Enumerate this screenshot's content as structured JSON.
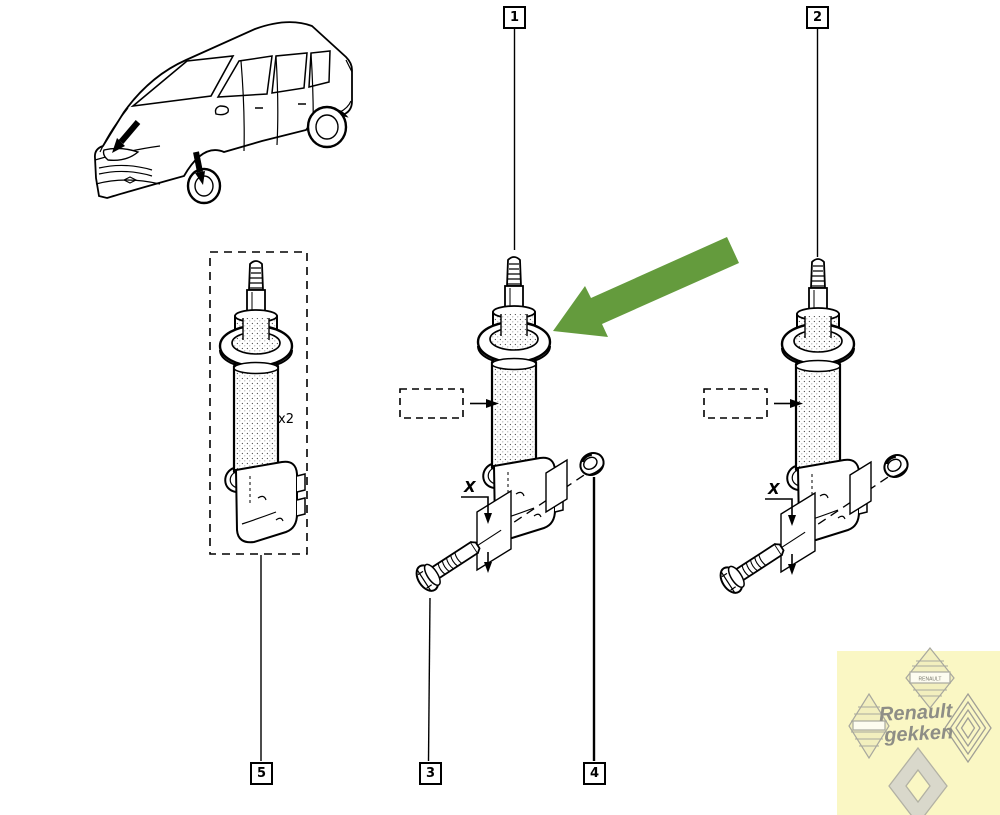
{
  "diagram": {
    "callouts": {
      "c1": "1",
      "c2": "2",
      "c3": "3",
      "c4": "4",
      "c5": "5"
    },
    "labels": {
      "quantity": "x2",
      "dim_middle": "X",
      "dim_right": "X"
    }
  },
  "watermark": {
    "line1": "Renault",
    "line2": "gekken",
    "badge": "RENAULT"
  },
  "colors": {
    "arrow_green": "#649b3d",
    "watermark_bg": "#faf7c4",
    "watermark_text": "#8e8e86",
    "line_black": "#000000"
  }
}
